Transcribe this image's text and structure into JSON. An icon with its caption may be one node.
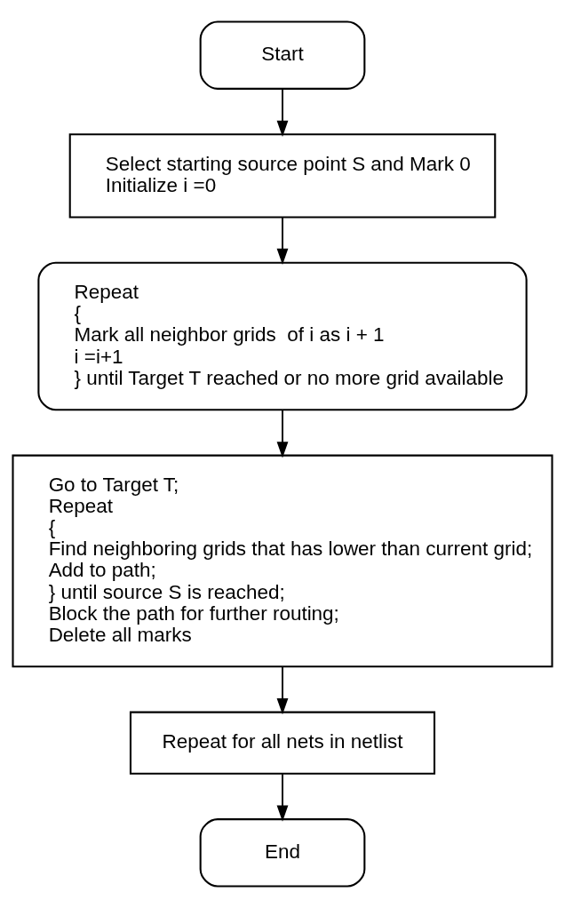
{
  "diagram": {
    "nodes": [
      {
        "text": [
          "Start"
        ]
      },
      {
        "text": [
          "Select starting source point S and Mark 0",
          "Initialize i =0"
        ]
      },
      {
        "text": [
          "Repeat",
          "{",
          "Mark all neighbor grids  of i as i + 1",
          "i =i+1",
          "} until Target T reached or no more grid available"
        ]
      },
      {
        "text": [
          "Go to Target T;",
          "Repeat",
          "{",
          "Find neighboring grids that has lower than current grid;",
          "Add to path;",
          "} until source S is reached;",
          "Block the path for further routing;",
          "Delete all marks"
        ]
      },
      {
        "text": [
          "Repeat for all nets in netlist"
        ]
      },
      {
        "text": [
          "End"
        ]
      }
    ],
    "edges": [
      {
        "from": 0,
        "to": 1,
        "arrow": "to"
      },
      {
        "from": 1,
        "to": 2,
        "arrow": "to"
      },
      {
        "from": 2,
        "to": 3,
        "arrow": "to"
      },
      {
        "from": 3,
        "to": 4,
        "arrow": "to"
      },
      {
        "from": 4,
        "to": 5,
        "arrow": "to"
      }
    ]
  }
}
